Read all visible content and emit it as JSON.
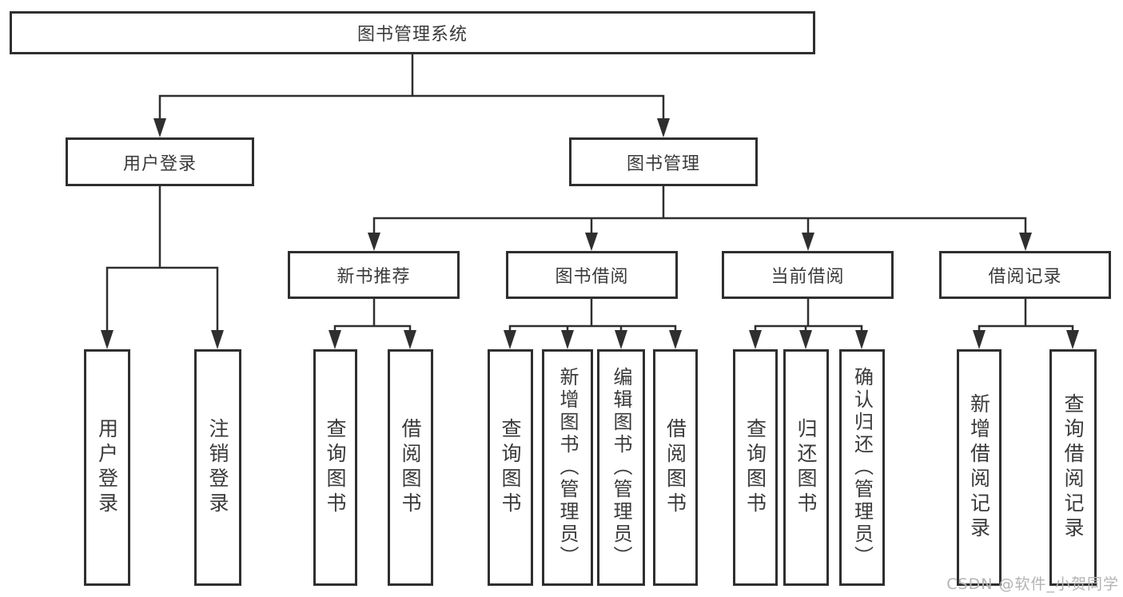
{
  "diagram": {
    "root": {
      "label": "图书管理系统"
    },
    "branches": [
      {
        "label": "用户登录",
        "children": [
          {
            "label": "用户登录"
          },
          {
            "label": "注销登录"
          }
        ]
      },
      {
        "label": "图书管理",
        "children": [
          {
            "label": "新书推荐",
            "children": [
              {
                "label": "查询图书"
              },
              {
                "label": "借阅图书"
              }
            ]
          },
          {
            "label": "图书借阅",
            "children": [
              {
                "label": "查询图书"
              },
              {
                "label": "新增图书（管理员）"
              },
              {
                "label": "编辑图书（管理员）"
              },
              {
                "label": "借阅图书"
              }
            ]
          },
          {
            "label": "当前借阅",
            "children": [
              {
                "label": "查询图书"
              },
              {
                "label": "归还图书"
              },
              {
                "label": "确认归还（管理员）"
              }
            ]
          },
          {
            "label": "借阅记录",
            "children": [
              {
                "label": "新增借阅记录"
              },
              {
                "label": "查询借阅记录"
              }
            ]
          }
        ]
      }
    ],
    "watermark": "CSDN @软件_小贺同学",
    "colors": {
      "line": "#2f2f2f",
      "box_border": "#2f2f2f",
      "text": "#3a3a3a",
      "watermark": "#b3b3b3",
      "background": "#ffffff"
    }
  }
}
